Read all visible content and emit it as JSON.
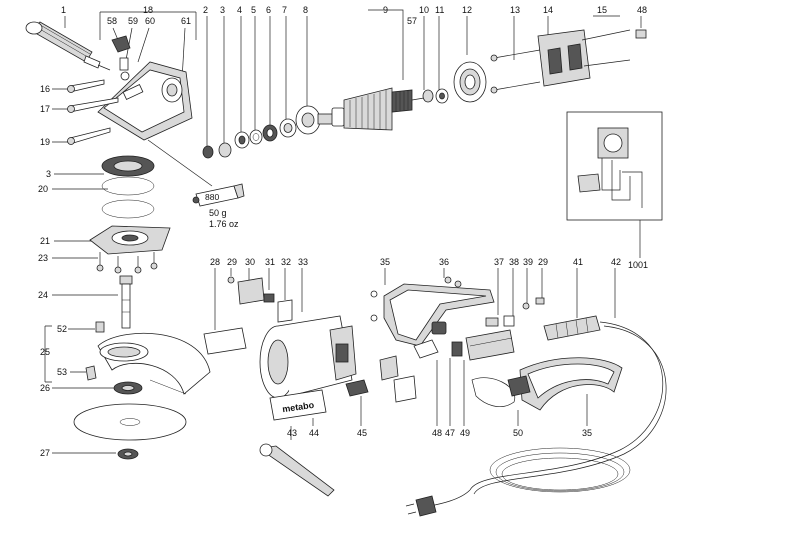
{
  "labels": {
    "l1": "1",
    "l2": "2",
    "l3a": "3",
    "l4": "4",
    "l5": "5",
    "l6": "6",
    "l7": "7",
    "l8": "8",
    "l9": "9",
    "l10": "10",
    "l11": "11",
    "l12": "12",
    "l13": "13",
    "l14": "14",
    "l15": "15",
    "l48a": "48",
    "l18": "18",
    "l58": "58",
    "l59": "59",
    "l60": "60",
    "l61": "61",
    "l57": "57",
    "l16": "16",
    "l17": "17",
    "l19": "19",
    "l3b": "3",
    "l20": "20",
    "l21": "21",
    "l23": "23",
    "l24": "24",
    "l52": "52",
    "l25": "25",
    "l53": "53",
    "l26": "26",
    "l27": "27",
    "l28": "28",
    "l29a": "29",
    "l30": "30",
    "l31": "31",
    "l32": "32",
    "l33": "33",
    "l35a": "35",
    "l36": "36",
    "l37": "37",
    "l38": "38",
    "l39": "39",
    "l29b": "29",
    "l41": "41",
    "l42": "42",
    "l1001": "1001",
    "l43": "43",
    "l44": "44",
    "l45": "45",
    "l48b": "48",
    "l47": "47",
    "l49": "49",
    "l50": "50",
    "l35b": "35"
  },
  "grease": {
    "code": "880",
    "weight_g": "50 g",
    "weight_oz": "1.76 oz"
  },
  "brand": "metabo"
}
